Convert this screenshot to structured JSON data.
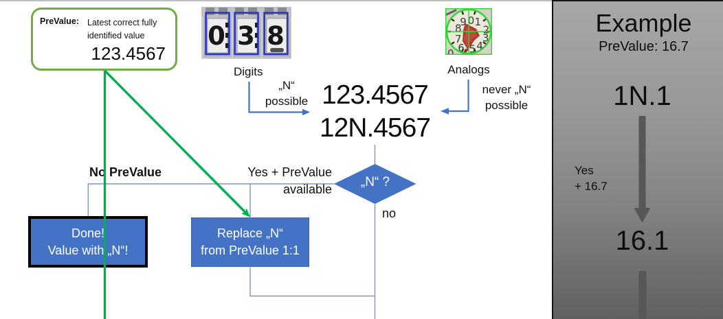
{
  "colors": {
    "accent_blue": "#4472C4",
    "connector_blue": "#7a95c6",
    "green_line": "#00B050",
    "prevalue_border_green": "#70AD47",
    "panel_gray_top": "#a7a7a7",
    "panel_gray_bottom": "#616161",
    "dark_arrow_gray": "#575757"
  },
  "prevalue_box": {
    "label": "PreValue:",
    "desc_line1": "Latest correct fully",
    "desc_line2": "identified value",
    "value": "123.4567"
  },
  "digits_group": {
    "caption": "Digits",
    "note_line1": "„N“",
    "note_line2": "possible",
    "image_digits": [
      "0",
      "3",
      "8"
    ]
  },
  "analogs_group": {
    "caption": "Analogs",
    "note_line1": "never „N“",
    "note_line2": "possible",
    "dial_numbers": [
      "0",
      "1",
      "2",
      "3",
      "4",
      "5",
      "6",
      "7",
      "8",
      "9"
    ]
  },
  "values": {
    "line1": "123.4567",
    "line2": "12N.4567"
  },
  "decision": {
    "label": "„N“ ?",
    "yes_line1": "Yes + PreValue",
    "yes_line2": "available",
    "no_label": "no",
    "no_prevalue_label": "No PreValue"
  },
  "done_box": {
    "line1": "Done!",
    "line2": "Value with „N“!"
  },
  "replace_box": {
    "line1": "Replace „N“",
    "line2": "from PreValue 1:1"
  },
  "example_panel": {
    "title": "Example",
    "subtitle": "PreValue: 16.7",
    "value_before": "1N.1",
    "arrow_label_line1": "Yes",
    "arrow_label_line2": "+ 16.7",
    "value_after": "16.1"
  }
}
